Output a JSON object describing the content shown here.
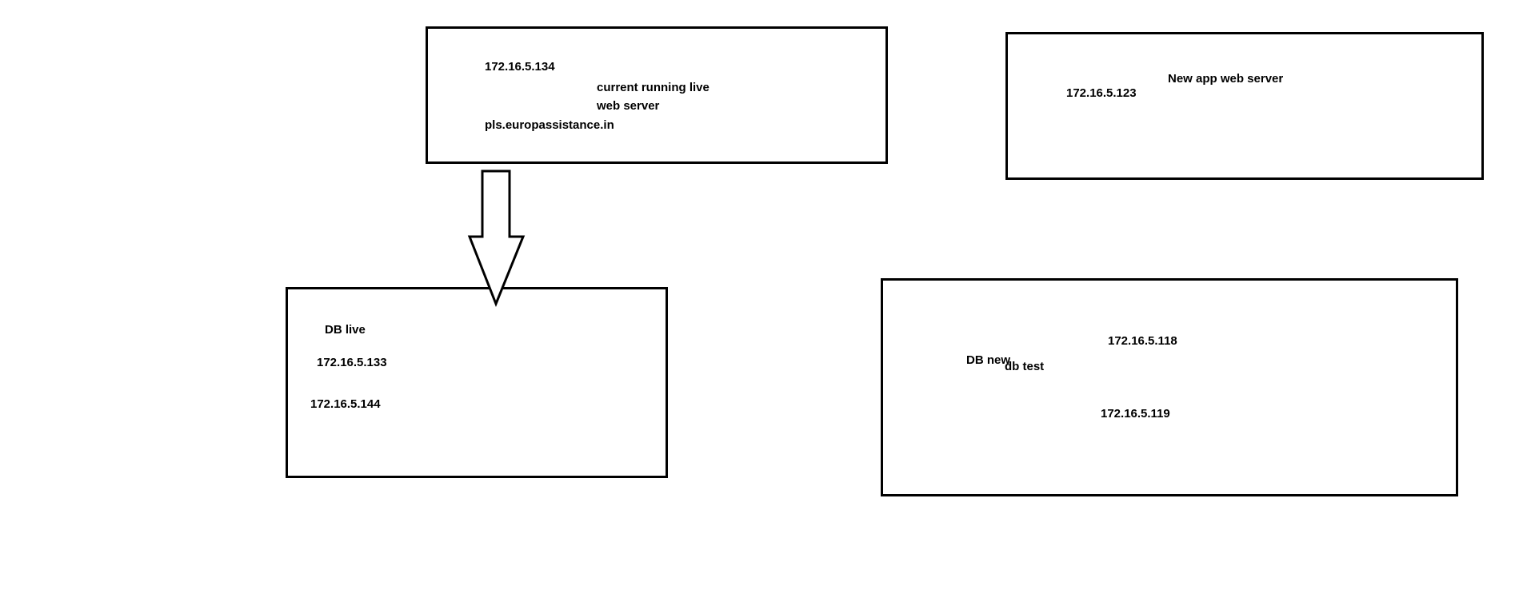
{
  "colors": {
    "stroke": "#000000",
    "background": "#ffffff"
  },
  "live_web_server": {
    "ip": "172.16.5.134",
    "description_line1": "current running live",
    "description_line2": "web server",
    "hostname": "pls.europassistance.in"
  },
  "new_app_server": {
    "title": "New app web server",
    "ip": "172.16.5.123"
  },
  "db_live": {
    "title": "DB live",
    "ip1": "172.16.5.133",
    "ip2": "172.16.5.144"
  },
  "db_new": {
    "title": "DB new",
    "subtitle": "db test",
    "ip1": "172.16.5.118",
    "ip2": "172.16.5.119"
  },
  "arrow": {
    "from": "live_web_server",
    "to": "db_live",
    "icon": "down-arrow-icon"
  }
}
